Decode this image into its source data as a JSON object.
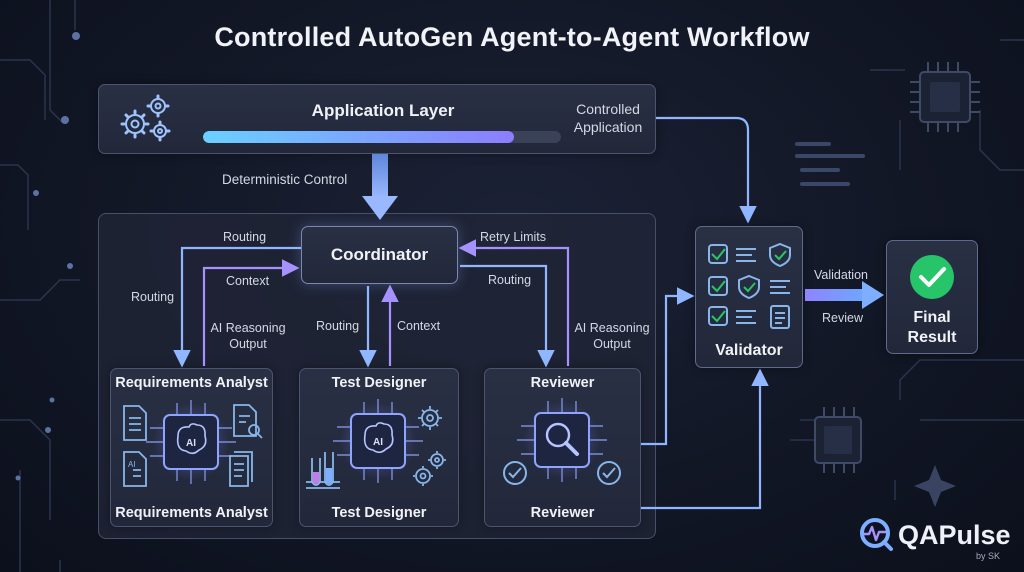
{
  "title": "Controlled AutoGen Agent-to-Agent Workflow",
  "application_layer": {
    "label": "Application Layer",
    "side_label": "Controlled\nApplication",
    "progress_fraction": 0.87
  },
  "deterministic_control": "Deterministic Control",
  "coordinator": "Coordinator",
  "edge_labels": {
    "routing_top_left": "Routing",
    "context_left": "Context",
    "routing_left": "Routing",
    "ai_output_left": "AI Reasoning\nOutput",
    "routing_center": "Routing",
    "context_center": "Context",
    "retry_limits": "Retry Limits",
    "routing_right": "Routing",
    "ai_output_right": "AI Reasoning\nOutput",
    "validation": "Validation",
    "review": "Review"
  },
  "agents": [
    {
      "top": "Requirements Analyst",
      "bottom": "Requirements Analyst"
    },
    {
      "top": "Test Designer",
      "bottom": "Test Designer"
    },
    {
      "top": "Reviewer",
      "bottom": "Reviewer"
    }
  ],
  "chip_text": "AI",
  "validator": "Validator",
  "final_result": "Final\nResult",
  "brand": {
    "name": "QAPulse",
    "sub": "by SK"
  },
  "colors": {
    "background": "#121726",
    "panel": "#262c3f",
    "accent_blue": "#8fb6ff",
    "accent_purple": "#8c7dff",
    "arrow_blue": "#7ea4e8",
    "green": "#27c56a",
    "icon_blue": "#88b6ea"
  }
}
